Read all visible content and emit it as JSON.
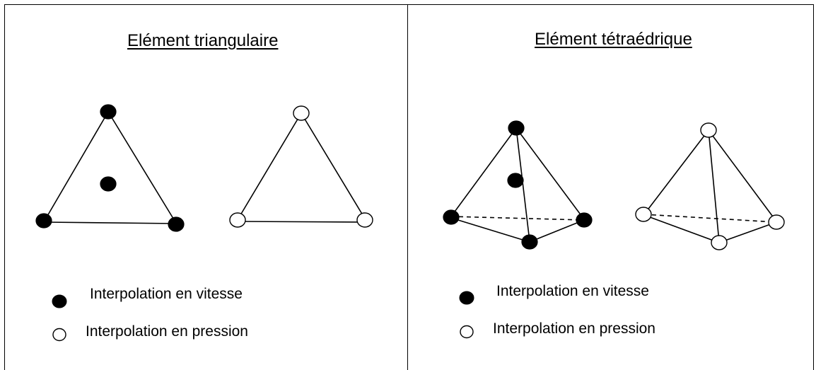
{
  "panels": [
    {
      "title": "Elément triangulaire",
      "legend": [
        {
          "marker": "filled",
          "label": "Interpolation en vitesse"
        },
        {
          "marker": "hollow",
          "label": "Interpolation en pression"
        }
      ]
    },
    {
      "title": "Elément tétraédrique",
      "legend": [
        {
          "marker": "filled",
          "label": "Interpolation en vitesse"
        },
        {
          "marker": "hollow",
          "label": "Interpolation en pression"
        }
      ]
    }
  ],
  "colors": {
    "line": "#000000",
    "filled_node": "#000000",
    "hollow_node": "#ffffff"
  }
}
